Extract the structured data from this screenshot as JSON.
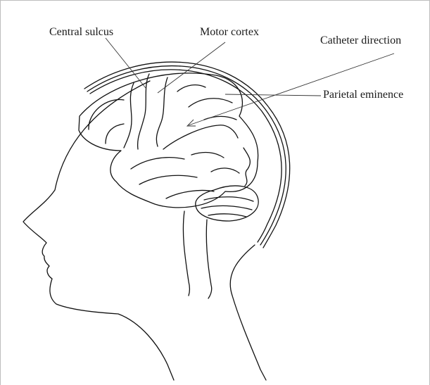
{
  "labels": {
    "central_sulcus": "Central sulcus",
    "motor_cortex": "Motor cortex",
    "catheter_direction": "Catheter direction",
    "parietal_eminence": "Parietal eminence"
  },
  "colors": {
    "line": "#111111",
    "background": "#ffffff",
    "frame": "#bdbdbd"
  }
}
